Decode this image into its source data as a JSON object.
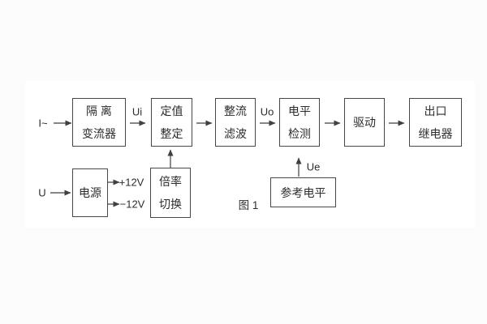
{
  "figure": {
    "caption": "图 1",
    "colors": {
      "line": "#3f3f3f",
      "text": "#2d2d2d",
      "background": "#fcfcfc",
      "panel": "#ffffff"
    },
    "inputs": {
      "current_input": "I~",
      "voltage_input": "U"
    },
    "signals": {
      "ui": "Ui",
      "uo": "Uo",
      "ue": "Ue",
      "plus_rail": "+12V",
      "minus_rail": "−12V"
    },
    "blocks": {
      "isolation_transformer": {
        "line1": "隔 离",
        "line2": "变流器"
      },
      "setting_adjust": {
        "line1": "定值",
        "line2": "整定"
      },
      "rectifier_filter": {
        "line1": "整流",
        "line2": "滤波"
      },
      "level_detector": {
        "line1": "电平",
        "line2": "检测"
      },
      "driver": {
        "label": "驱动"
      },
      "output_relay": {
        "line1": "出口",
        "line2": "继电器"
      },
      "power_supply": {
        "label": "电源"
      },
      "ratio_switch": {
        "line1": "倍率",
        "line2": "切换"
      },
      "reference_level": {
        "label": "参考电平"
      }
    }
  }
}
